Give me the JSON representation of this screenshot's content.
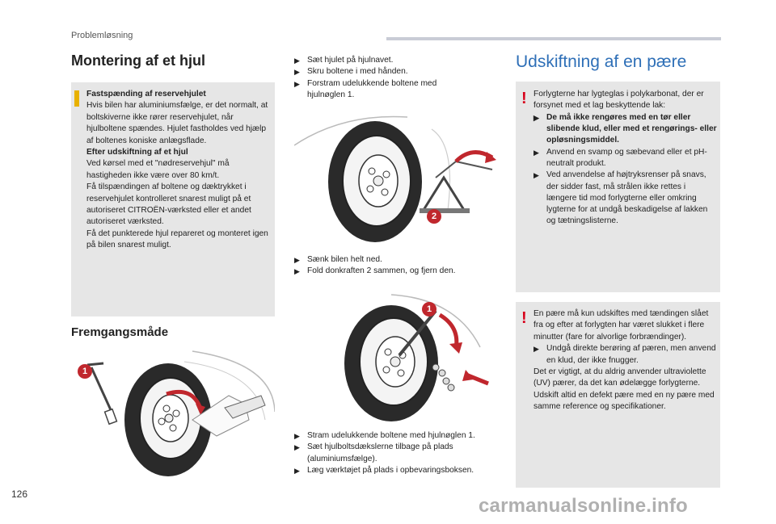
{
  "header": {
    "section": "Problemløsning"
  },
  "page_number": "126",
  "watermark": "carmanualsonline.info",
  "left": {
    "title": "Montering af et hjul",
    "info_box": {
      "heading1": "Fastspænding af reservehjulet",
      "para1": "Hvis bilen har aluminiumsfælge, er det normalt, at boltskiverne ikke rører reservehjulet, når hjulboltene spændes. Hjulet fastholdes ved hjælp af boltenes koniske anlægsflade.",
      "heading2": "Efter udskiftning af et hjul",
      "para2": "Ved kørsel med et \"nødreservehjul\" må hastigheden ikke være over 80 km/t.",
      "para3": "Få tilspændingen af boltene og dæktrykket i reservehjulet kontrolleret snarest muligt på et autoriseret CITROËN-værksted eller et andet autoriseret værksted.",
      "para4": "Få det punkterede hjul repareret og monteret igen på bilen snarest muligt."
    },
    "subtitle": "Fremgangsmåde",
    "illus_label": "1"
  },
  "middle": {
    "steps_top": [
      "Sæt hjulet på hjulnavet.",
      "Skru boltene i med hånden.",
      "Forstram udelukkende boltene med hjulnøglen 1."
    ],
    "illus1_label": "2",
    "steps_mid": [
      "Sænk bilen helt ned.",
      "Fold donkraften 2 sammen, og fjern den."
    ],
    "illus2_label": "1",
    "steps_bottom": [
      "Stram udelukkende boltene med hjulnøglen 1.",
      "Sæt hjulboltsdækslerne tilbage på plads (aluminiumsfælge).",
      "Læg værktøjet på plads i opbevaringsboksen."
    ]
  },
  "right": {
    "title": "Udskiftning af en pære",
    "warn1": {
      "intro": "Forlygterne har lygteglas i polykarbonat, der er forsynet med et lag beskyttende lak:",
      "items": [
        "De må ikke rengøres med en tør eller slibende klud, eller med et rengørings- eller opløsningsmiddel.",
        "Anvend en svamp og sæbevand eller et pH-neutralt produkt.",
        "Ved anvendelse af højtryksrenser på snavs, der sidder fast, må strålen ikke rettes i længere tid mod forlygterne eller omkring lygterne for at undgå beskadigelse af lakken og tætningslisterne."
      ]
    },
    "warn2": {
      "intro": "En pære må kun udskiftes med tændingen slået fra og efter at forlygten har været slukket i flere minutter (fare for alvorlige forbrændinger).",
      "item": "Undgå direkte berøring af pæren, men anvend en klud, der ikke fnugger.",
      "para1": "Det er vigtigt, at du aldrig anvender ultraviolette (UV) pærer, da det kan ødelægge forlygterne.",
      "para2": "Udskift altid en defekt pære med en ny pære med samme reference og specifikationer."
    }
  },
  "colors": {
    "accent_blue": "#2e6fb7",
    "callout_red": "#c0272d",
    "warn_red": "#d7001a",
    "info_yellow": "#e8b100",
    "box_grey": "#e6e6e6"
  }
}
